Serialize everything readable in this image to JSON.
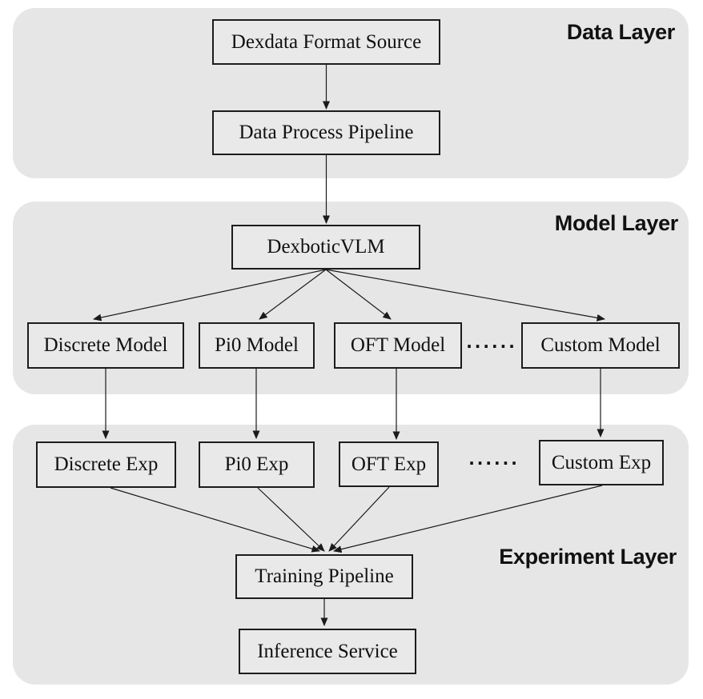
{
  "diagram": {
    "layers": {
      "data": {
        "label": "Data Layer"
      },
      "model": {
        "label": "Model Layer"
      },
      "experiment": {
        "label": "Experiment Layer"
      }
    },
    "nodes": {
      "dexdata_format_source": {
        "label": "Dexdata Format Source"
      },
      "data_process_pipeline": {
        "label": "Data Process Pipeline"
      },
      "dexbotic_vlm": {
        "label": "DexboticVLM"
      },
      "discrete_model": {
        "label": "Discrete Model"
      },
      "pi0_model": {
        "label": "Pi0 Model"
      },
      "oft_model": {
        "label": "OFT Model"
      },
      "custom_model": {
        "label": "Custom Model"
      },
      "discrete_exp": {
        "label": "Discrete Exp"
      },
      "pi0_exp": {
        "label": "Pi0 Exp"
      },
      "oft_exp": {
        "label": "OFT Exp"
      },
      "custom_exp": {
        "label": "Custom Exp"
      },
      "training_pipeline": {
        "label": "Training Pipeline"
      },
      "inference_service": {
        "label": "Inference Service"
      }
    },
    "ellipsis": {
      "model_row": "······",
      "exp_row": "······"
    },
    "edges": [
      {
        "from": "dexdata_format_source",
        "to": "data_process_pipeline"
      },
      {
        "from": "data_process_pipeline",
        "to": "dexbotic_vlm"
      },
      {
        "from": "dexbotic_vlm",
        "to": "discrete_model"
      },
      {
        "from": "dexbotic_vlm",
        "to": "pi0_model"
      },
      {
        "from": "dexbotic_vlm",
        "to": "oft_model"
      },
      {
        "from": "dexbotic_vlm",
        "to": "custom_model"
      },
      {
        "from": "discrete_model",
        "to": "discrete_exp"
      },
      {
        "from": "pi0_model",
        "to": "pi0_exp"
      },
      {
        "from": "oft_model",
        "to": "oft_exp"
      },
      {
        "from": "custom_model",
        "to": "custom_exp"
      },
      {
        "from": "discrete_exp",
        "to": "training_pipeline"
      },
      {
        "from": "pi0_exp",
        "to": "training_pipeline"
      },
      {
        "from": "oft_exp",
        "to": "training_pipeline"
      },
      {
        "from": "custom_exp",
        "to": "training_pipeline"
      },
      {
        "from": "training_pipeline",
        "to": "inference_service"
      }
    ],
    "colors": {
      "layer_fill": "#e6e6e6",
      "node_fill": "#e9e9e9",
      "line": "#1a1a1a",
      "text": "#111111"
    }
  }
}
